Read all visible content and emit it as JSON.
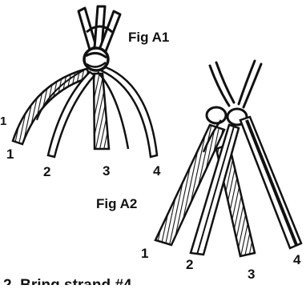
{
  "figures": [
    {
      "label": "Fig A1",
      "strand_numbers": [
        "1",
        "2",
        "3",
        "4"
      ],
      "edge_mark": "1"
    },
    {
      "label": "Fig A2",
      "strand_numbers": [
        "1",
        "2",
        "3",
        "4"
      ]
    }
  ],
  "caption": "2. Bring strand #4",
  "colors": {
    "ink": "#111111",
    "paper": "#ffffff"
  }
}
